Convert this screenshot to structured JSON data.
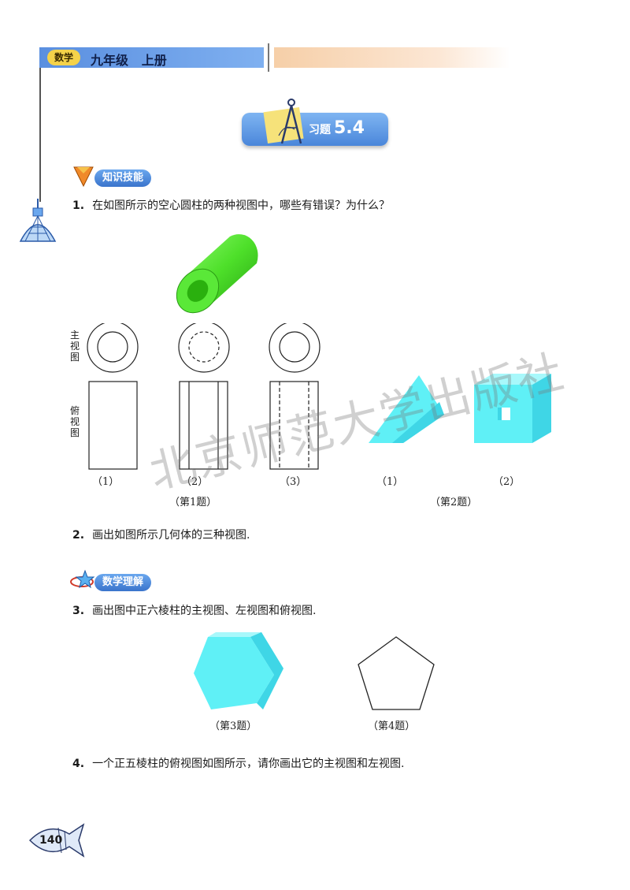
{
  "header": {
    "logo": "数学",
    "title": "九年级   上册"
  },
  "exercise": {
    "title": "习题",
    "number": "5.4"
  },
  "sections": {
    "skills": "知识技能",
    "understanding": "数学理解"
  },
  "questions": {
    "q1": {
      "num": "1.",
      "text": "在如图所示的空心圆柱的两种视图中，哪些有错误？为什么？"
    },
    "q2": {
      "num": "2.",
      "text": "画出如图所示几何体的三种视图."
    },
    "q3": {
      "num": "3.",
      "text": "画出图中正六棱柱的主视图、左视图和俯视图."
    },
    "q4": {
      "num": "4.",
      "text": "一个正五棱柱的俯视图如图所示，请你画出它的主视图和左视图."
    }
  },
  "figure1": {
    "row_labels": [
      "主视图",
      "俯视图"
    ],
    "items": [
      "（1）",
      "（2）",
      "（3）"
    ],
    "caption": "（第1题）"
  },
  "figure2": {
    "items": [
      "（1）",
      "（2）"
    ],
    "caption": "（第2题）"
  },
  "figure3": {
    "caption": "（第3题）"
  },
  "figure4": {
    "caption": "（第4题）"
  },
  "watermark": "北京师范大学出版社",
  "page_number": "140",
  "colors": {
    "header_blue": "#5a8fe0",
    "solid_green": "#4ee02a",
    "solid_cyan": "#5ff0f6",
    "tag_blue": "#3a74cc"
  }
}
